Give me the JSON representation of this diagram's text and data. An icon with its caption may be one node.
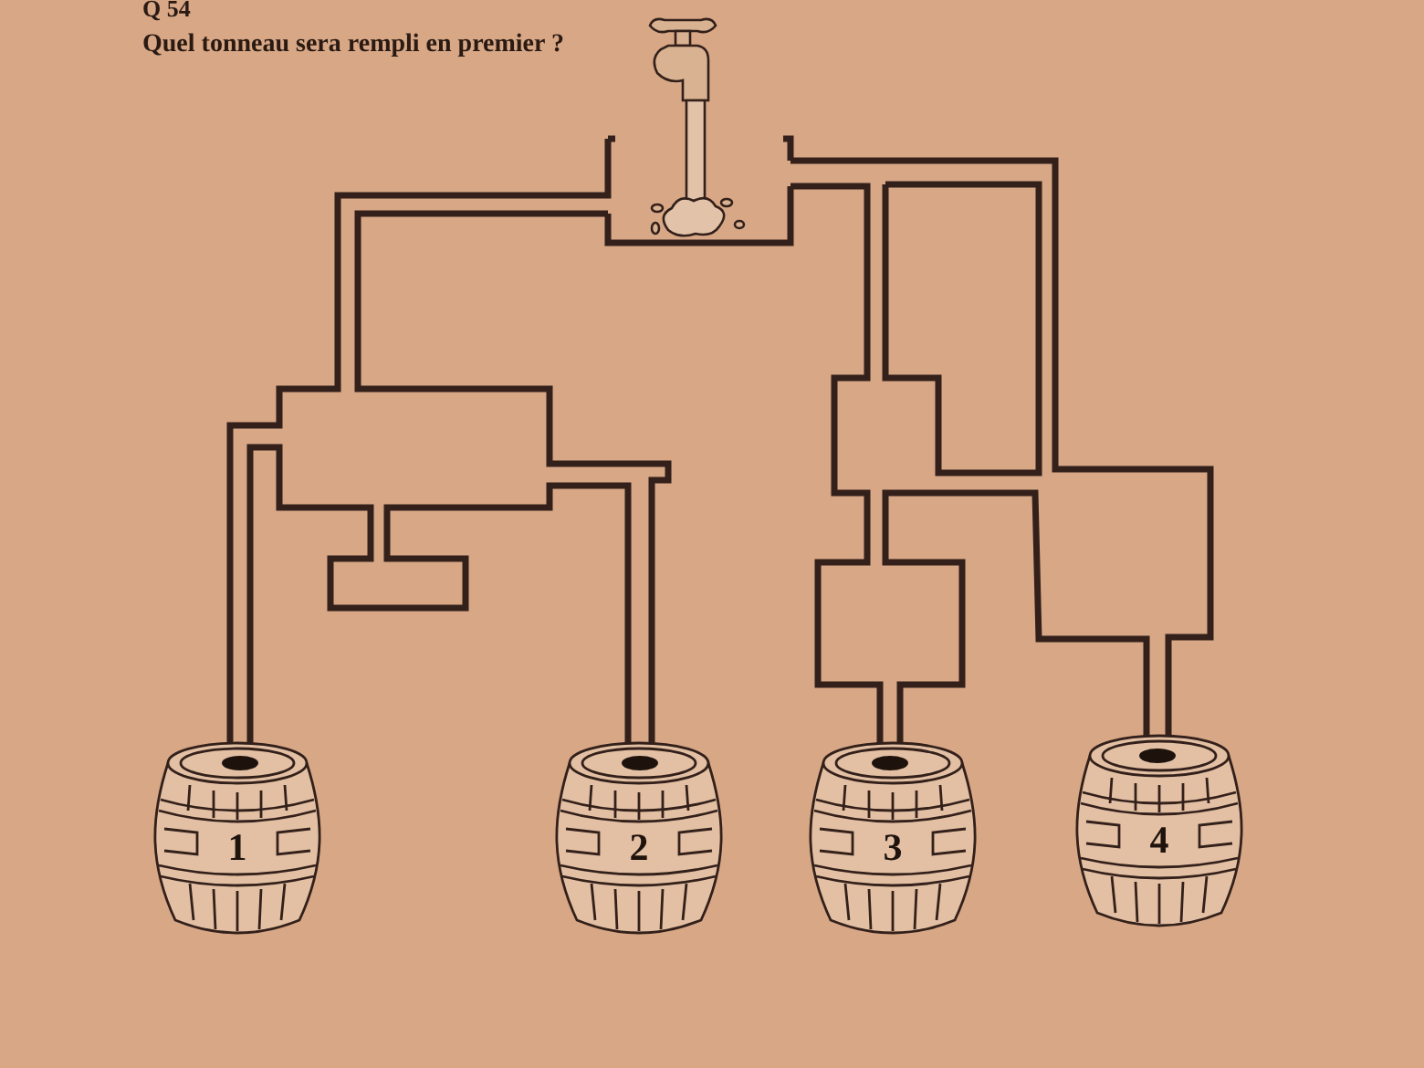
{
  "diagram": {
    "title": "Q 54",
    "nodes": [
      {
        "text": [
          "1"
        ]
      },
      {
        "text": [
          "2"
        ]
      },
      {
        "text": [
          "3"
        ]
      },
      {
        "text": [
          "4"
        ]
      }
    ],
    "labels": [
      "Quel tonneau sera rempli en premier ?"
    ]
  }
}
